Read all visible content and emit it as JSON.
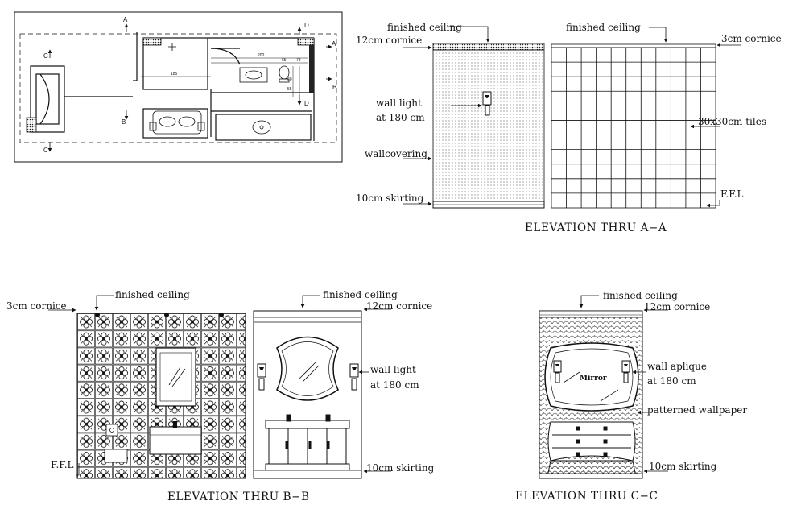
{
  "plan": {
    "section_marks": [
      "A",
      "A",
      "B",
      "B",
      "C",
      "C",
      "D",
      "D"
    ],
    "dims": [
      "200",
      "65",
      "73",
      "185",
      "60",
      "55"
    ]
  },
  "elev_aa": {
    "title": "ELEVATION THRU A−A",
    "left": {
      "finished_ceiling": "finished ceiling",
      "cornice": "12cm cornice",
      "wall_light_1": "wall light",
      "wall_light_2": "at 180 cm",
      "wallcovering": "wallcovering",
      "skirting": "10cm skirting"
    },
    "right": {
      "finished_ceiling": "finished ceiling",
      "cornice": "3cm cornice",
      "tiles": "30x30cm tiles",
      "ffl": "F.F.L"
    }
  },
  "elev_bb": {
    "title": "ELEVATION THRU B−B",
    "left": {
      "finished_ceiling": "finished ceiling",
      "cornice": "3cm cornice",
      "ffl": "F.F.L"
    },
    "right": {
      "finished_ceiling": "finished ceiling",
      "cornice": "12cm cornice",
      "wall_light_1": "wall light",
      "wall_light_2": "at 180 cm",
      "skirting": "10cm skirting"
    }
  },
  "elev_cc": {
    "title": "ELEVATION THRU C−C",
    "finished_ceiling": "finished ceiling",
    "cornice": "12cm cornice",
    "aplique_1": "wall aplique",
    "aplique_2": "at 180 cm",
    "mirror": "Mirror",
    "wallpaper": "patterned wallpaper",
    "skirting": "10cm skirting"
  }
}
